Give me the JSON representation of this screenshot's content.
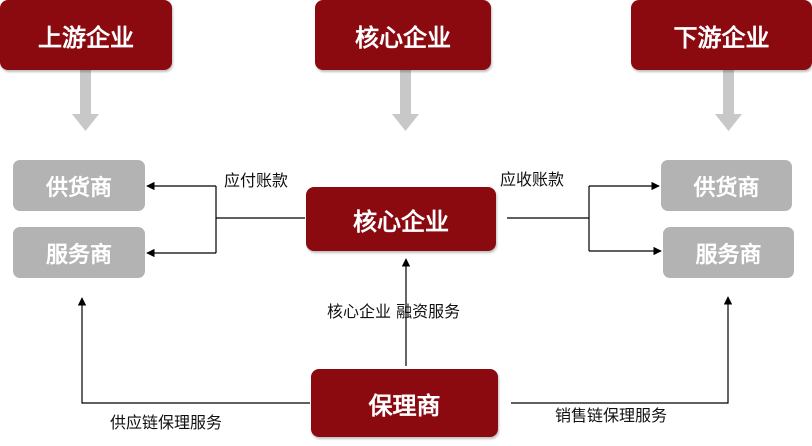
{
  "top": {
    "upstream": "上游企业",
    "core": "核心企业",
    "downstream": "下游企业"
  },
  "left": {
    "supplier": "供货商",
    "service": "服务商"
  },
  "right": {
    "supplier": "供货商",
    "service": "服务商"
  },
  "center": {
    "core": "核心企业",
    "factor": "保理商"
  },
  "labels": {
    "payable": "应付账款",
    "receivable": "应收账款",
    "financing": "核心企业 融资服务",
    "supply_chain": "供应链保理服务",
    "sales_chain": "销售链保理服务"
  },
  "colors": {
    "primary": "#8b0a10",
    "secondary": "#b3b3b3",
    "down_arrow": "#c8c8c8",
    "line": "#000000"
  }
}
